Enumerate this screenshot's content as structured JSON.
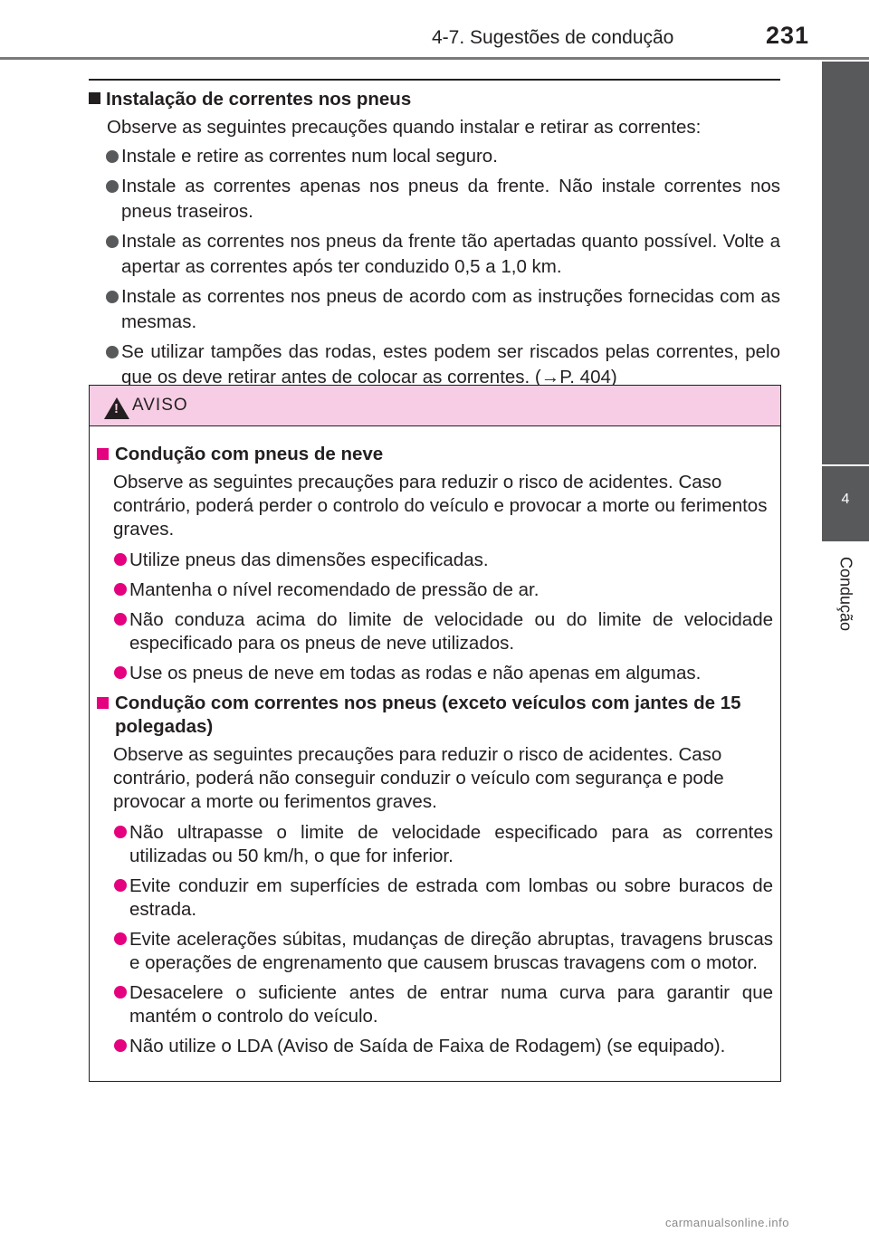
{
  "header": {
    "section": "4-7. Sugestões de condução",
    "page_number": "231"
  },
  "side_tab": {
    "number": "4",
    "label": "Condução"
  },
  "chains_section": {
    "title": "Instalação de correntes nos pneus",
    "intro": "Observe as seguintes precauções quando instalar e retirar as correntes:",
    "bullets": [
      "Instale e retire as correntes num local seguro.",
      "Instale as correntes apenas nos pneus da frente. Não instale correntes nos pneus traseiros.",
      "Instale as correntes nos pneus da frente tão apertadas quanto possível. Volte a apertar as correntes após ter conduzido 0,5 a 1,0 km.",
      "Instale as correntes nos pneus de acordo com as instruções fornecidas com as mesmas.",
      "Se utilizar tampões das rodas, estes podem ser riscados pelas correntes, pelo que os deve retirar antes de colocar as correntes. (→P. 404)"
    ]
  },
  "warning": {
    "label": "AVISO",
    "icon_glyph": "!",
    "snow": {
      "title": "Condução com pneus de neve",
      "intro": "Observe as seguintes precauções para reduzir o risco de acidentes. Caso contrário, poderá perder o controlo do veículo e provocar a morte ou ferimentos graves.",
      "bullets": [
        "Utilize pneus das dimensões especificadas.",
        "Mantenha o nível recomendado de pressão de ar.",
        "Não conduza acima do limite de velocidade ou do limite de velocidade especificado para os pneus de neve utilizados.",
        "Use os pneus de neve em todas as rodas e não apenas em algumas."
      ]
    },
    "chains": {
      "title": "Condução com correntes nos pneus (exceto veículos com jantes de 15 polegadas)",
      "intro": "Observe as seguintes precauções para reduzir o risco de acidentes. Caso contrário, poderá não conseguir conduzir o veículo com segurança e pode provocar a morte ou ferimentos graves.",
      "bullets": [
        "Não ultrapasse o limite de velocidade especificado para as correntes utilizadas ou 50 km/h, o que for inferior.",
        "Evite conduzir em superfícies de estrada com lombas ou sobre buracos de estrada.",
        "Evite acelerações súbitas, mudanças de direção abruptas, travagens bruscas e operações de engrenamento que causem bruscas travagens com o motor.",
        "Desacelere o suficiente antes de entrar numa curva para garantir que mantém o controlo do veículo.",
        "Não utilize o LDA (Aviso de Saída de Faixa de Rodagem) (se equipado)."
      ]
    }
  },
  "watermark": "carmanualsonline.info",
  "colors": {
    "warning_header_bg": "#f6cde4",
    "warning_accent": "#e4007f",
    "tab_gray": "#58595b"
  }
}
